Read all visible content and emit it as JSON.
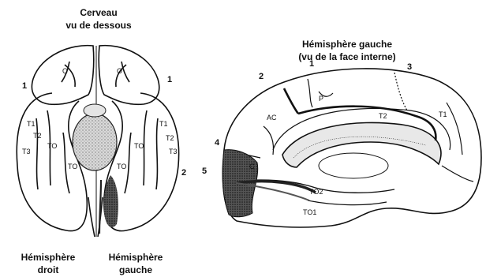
{
  "left_figure": {
    "title_line1": "Cerveau",
    "title_line2": "vu de dessous",
    "labels": {
      "o_left": "O",
      "o_right": "O",
      "t1_left": "T1",
      "t2_left": "T2",
      "t3_left": "T3",
      "to_left": "TO",
      "to_left_inner": "TO",
      "to_right": "TO",
      "t1_right": "T1",
      "t2_right": "T2",
      "t3_right": "T3",
      "to_right_inner": "TO",
      "num_1_left": "1",
      "num_1_right": "1",
      "num_2_right": "2"
    },
    "caption_left_line1": "Hémisphère",
    "caption_left_line2": "droit",
    "caption_right_line1": "Hémisphère",
    "caption_right_line2": "gauche"
  },
  "right_figure": {
    "title_line1": "Hémisphère gauche",
    "title_line2": "(vu de la face interne)",
    "labels": {
      "p": "P",
      "ac": "AC",
      "t2": "T2",
      "t1": "T1",
      "c": "C",
      "to2": "TO2",
      "to1": "TO1",
      "num_1": "1",
      "num_2": "2",
      "num_3": "3",
      "num_4": "4",
      "num_5": "5"
    }
  }
}
